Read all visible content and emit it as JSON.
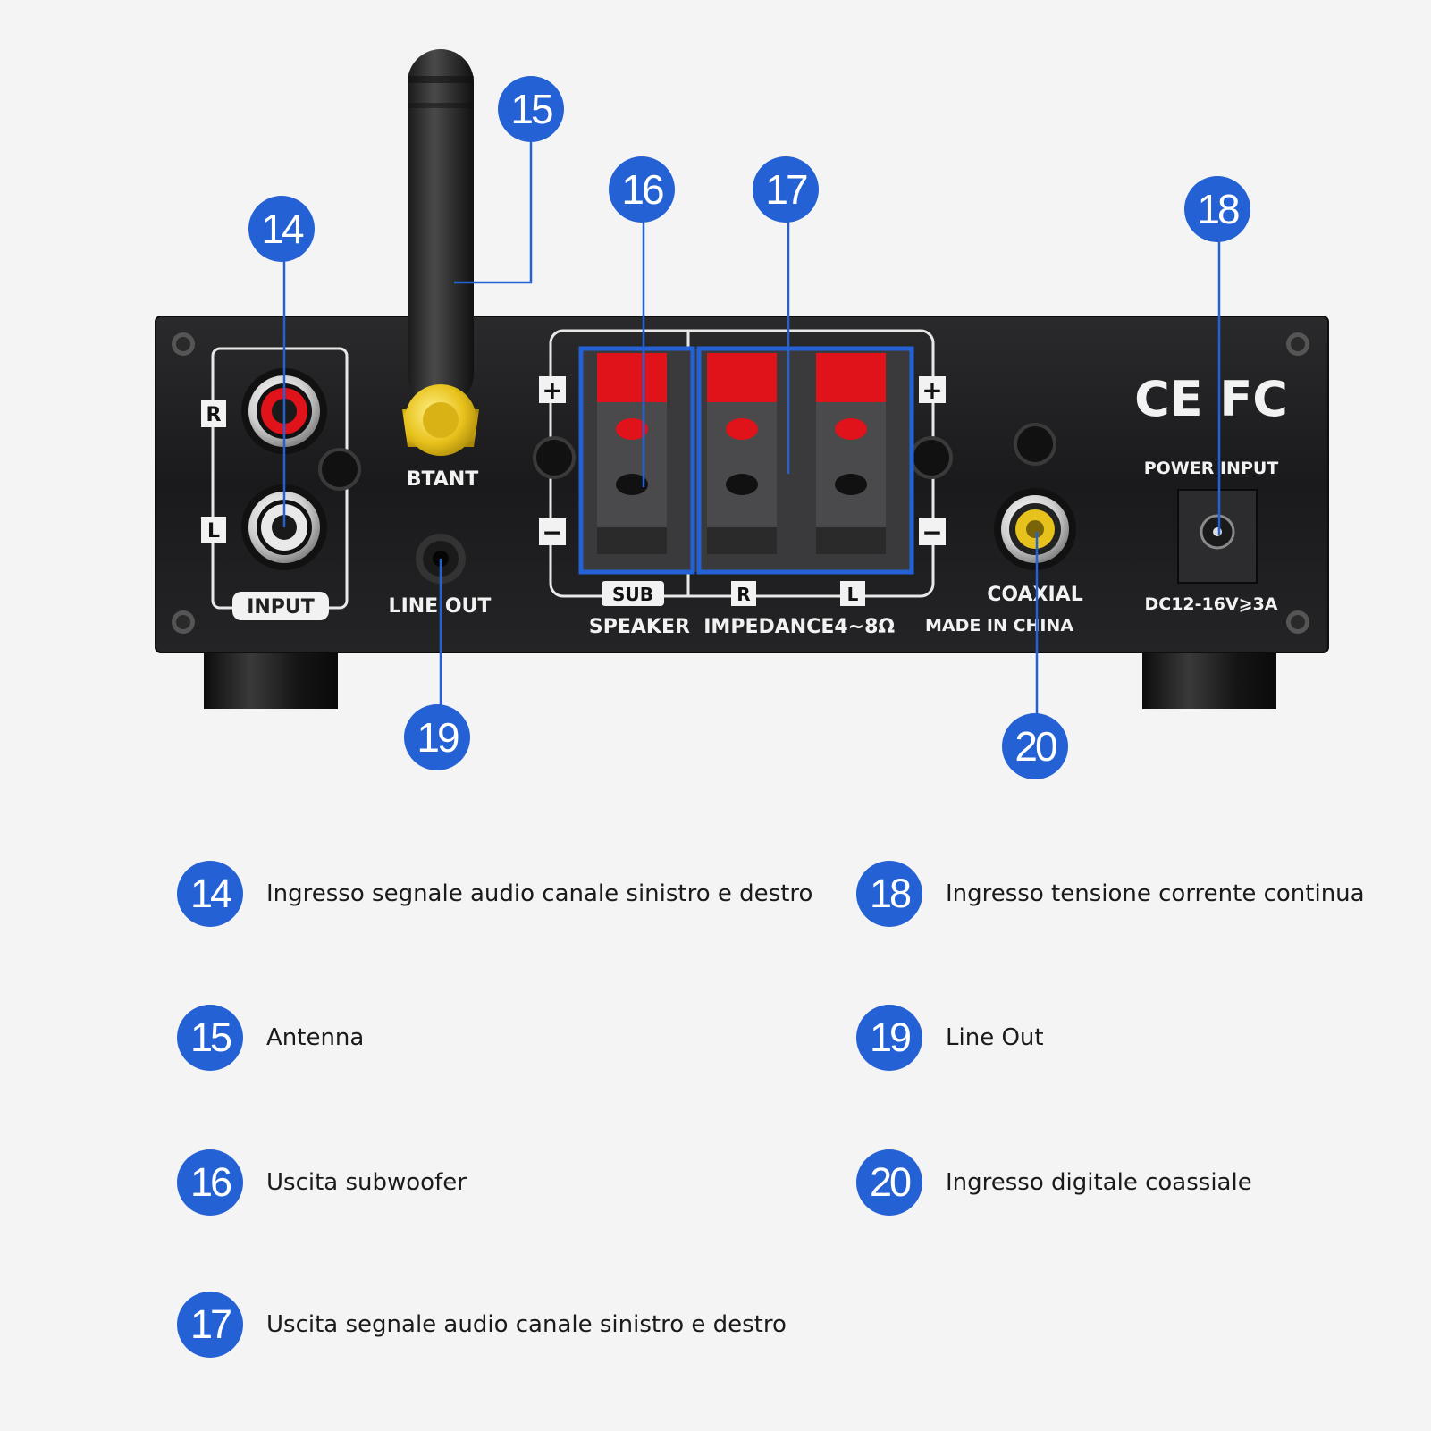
{
  "panel": {
    "input_r": "R",
    "input_l": "L",
    "input_label": "INPUT",
    "antenna_label": "BTANT",
    "line_out_label": "LINE OUT",
    "plus": "+",
    "minus": "−",
    "sub_label": "SUB",
    "r_label": "R",
    "l_label": "L",
    "speaker_label": "SPEAKER  IMPEDANCE4~8Ω",
    "cert_marks": "CE FC",
    "power_input_label": "POWER INPUT",
    "coaxial_label": "COAXIAL",
    "made_in_label": "MADE IN CHINA",
    "dc_label": "DC12-16V⩾3A"
  },
  "callouts": [
    {
      "number": "14"
    },
    {
      "number": "15"
    },
    {
      "number": "16"
    },
    {
      "number": "17"
    },
    {
      "number": "18"
    },
    {
      "number": "19"
    },
    {
      "number": "20"
    }
  ],
  "legend": [
    {
      "number": "14",
      "text": "Ingresso segnale audio canale sinistro e destro"
    },
    {
      "number": "15",
      "text": "Antenna"
    },
    {
      "number": "16",
      "text": "Uscita subwoofer"
    },
    {
      "number": "17",
      "text": "Uscita segnale audio canale sinistro e destro"
    },
    {
      "number": "18",
      "text": "Ingresso tensione corrente continua"
    },
    {
      "number": "19",
      "text": "Line Out"
    },
    {
      "number": "20",
      "text": "Ingresso digitale coassiale"
    }
  ],
  "colors": {
    "badge_blue": "#2461d4",
    "panel_black": "#1c1c1e",
    "terminal_red": "#e0121a",
    "rca_red": "#e0121a",
    "gold": "#e8c21c"
  }
}
